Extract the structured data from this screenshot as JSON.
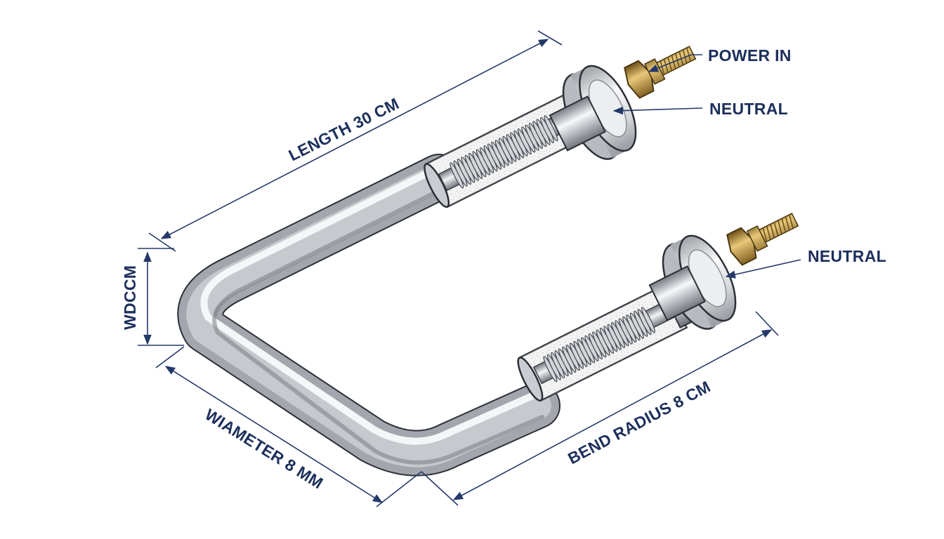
{
  "labels": {
    "power_in": "POWER IN",
    "neutral_top": "NEUTRAL",
    "neutral_bottom": "NEUTRAL",
    "length": "LENGTH 30 CM",
    "width": "WDCCM",
    "diameter": "WIAMETER 8 MM",
    "bend_radius": "BEND RADIUS 8 CM"
  },
  "colors": {
    "label_text": "#1c2f5c",
    "dimension_line": "#24396a",
    "tube_steel": "#b9bcc1",
    "brass_terminal": "#c19a4e",
    "flange": "#e2e3e6",
    "insulation_fill": "#ececec",
    "coil": "#9ea2a8"
  },
  "icons": {
    "tube": "heating-element-tube-icon",
    "terminal": "threaded-brass-terminal-icon",
    "flange": "mounting-flange-icon",
    "coil": "resistance-coil-icon",
    "arrow": "dimension-arrow-icon"
  }
}
